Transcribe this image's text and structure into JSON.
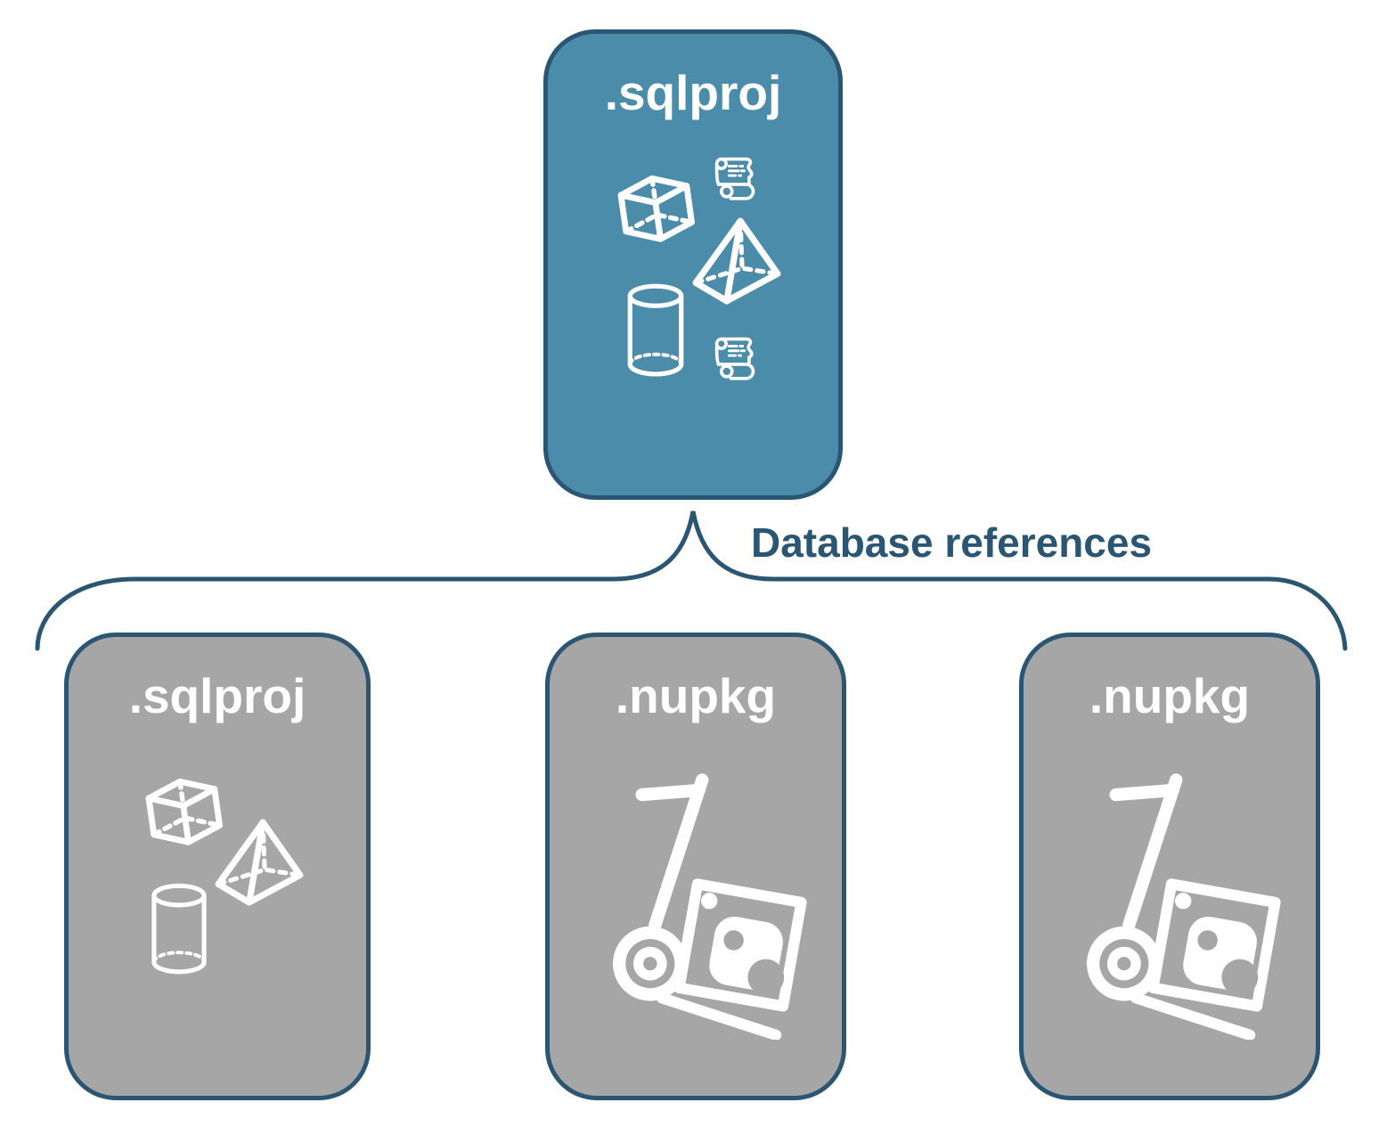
{
  "diagram": {
    "connector": {
      "label": "Database references"
    },
    "cards": {
      "main": {
        "label": ".sqlproj",
        "icons": [
          "scroll-icon",
          "cube-icon",
          "pyramid-icon",
          "cylinder-icon",
          "scroll-icon"
        ]
      },
      "ref_sqlproj": {
        "label": ".sqlproj",
        "icons": [
          "cube-icon",
          "pyramid-icon",
          "cylinder-icon"
        ]
      },
      "ref_nupkg_1": {
        "label": ".nupkg",
        "icons": [
          "package-dolly-icon"
        ]
      },
      "ref_nupkg_2": {
        "label": ".nupkg",
        "icons": [
          "package-dolly-icon"
        ]
      }
    },
    "colors": {
      "card-blue": "#4A8CA9",
      "card-gray": "#A6A6A6",
      "line-blue": "#2A5673",
      "icon-white": "#FFFFFF"
    }
  }
}
